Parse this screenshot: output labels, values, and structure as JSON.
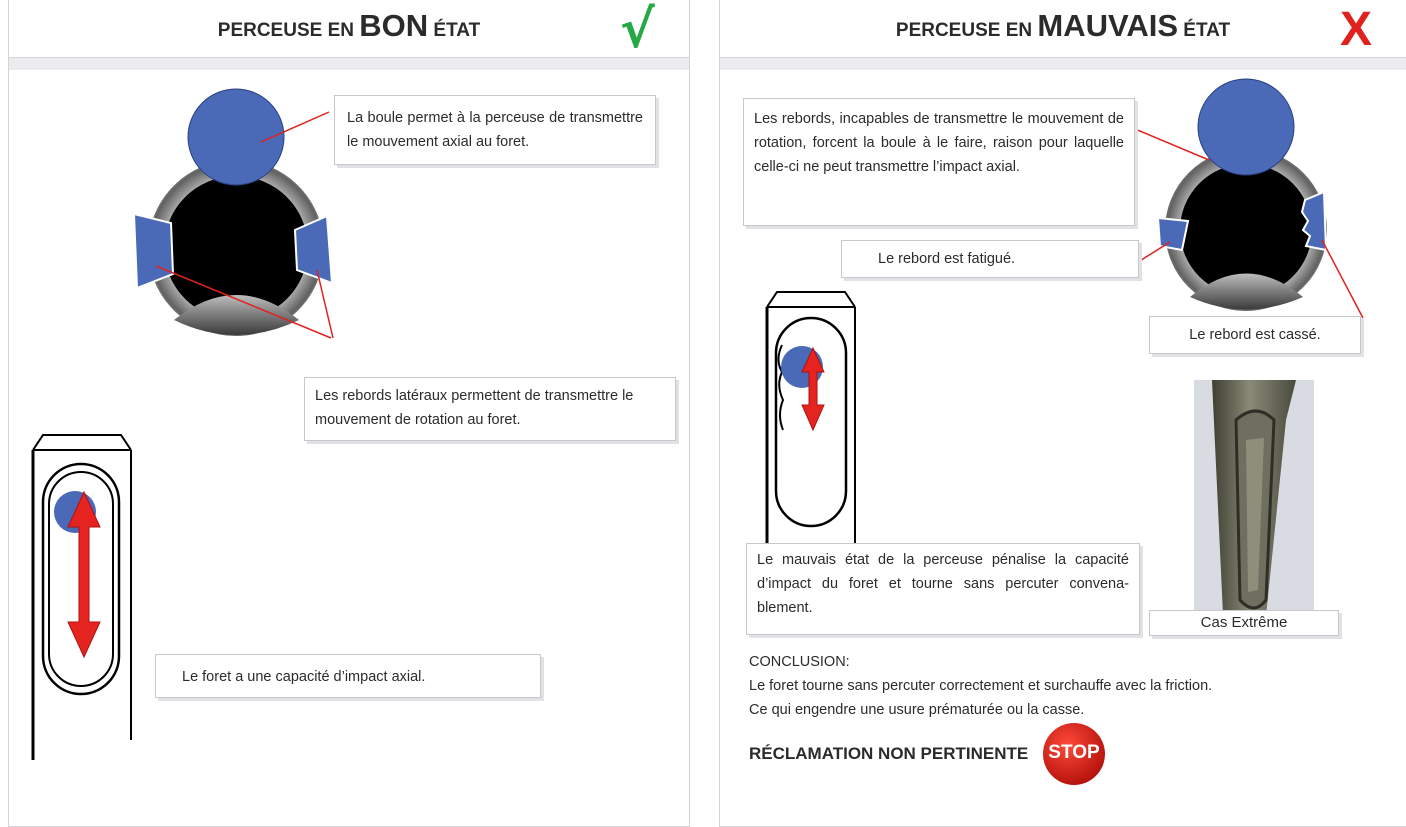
{
  "left": {
    "title_prefix": "PERCEUSE EN ",
    "title_emph": "BON",
    "title_suffix": " ÉTAT",
    "status_symbol": "√",
    "status_icon": "check-icon",
    "status_color": "#26a847",
    "note_ball": "La boule permet à la perceuse de transmettre le mouvement axial au foret.",
    "note_rims": "Les rebords latéraux permettent de transmettre le mouvement de rotation au foret.",
    "note_impact": "Le foret a une capacité d’impact axial."
  },
  "right": {
    "title_prefix": "PERCEUSE EN ",
    "title_emph": "MAUVAIS",
    "title_suffix": " ÉTAT",
    "status_symbol": "X",
    "status_icon": "cross-icon",
    "status_color": "#e0221e",
    "note_rims": "Les rebords, incapables de transmettre le mouvement de rotation, forcent la boule à le faire, raison pour laquelle celle-ci ne peut transmettre l’impact axial.",
    "note_fatigued": "Le rebord est fatigué.",
    "note_broken": "Le rebord est cassé.",
    "note_bad_state": "Le mauvais état de la perceuse pénalise la capacité d’impact du foret et tourne sans percuter convena-blement.",
    "photo_caption": "Cas Extrême",
    "conclusion_label": "CONCLUSION:",
    "conclusion_line1": "Le foret tourne sans percuter correctement et surchauffe avec la friction.",
    "conclusion_line2": "Ce qui engendre une usure prématurée ou la casse.",
    "claim": "RÉCLAMATION NON PERTINENTE",
    "stop_text": "STOP",
    "stop_icon": "stop-sign-icon"
  }
}
